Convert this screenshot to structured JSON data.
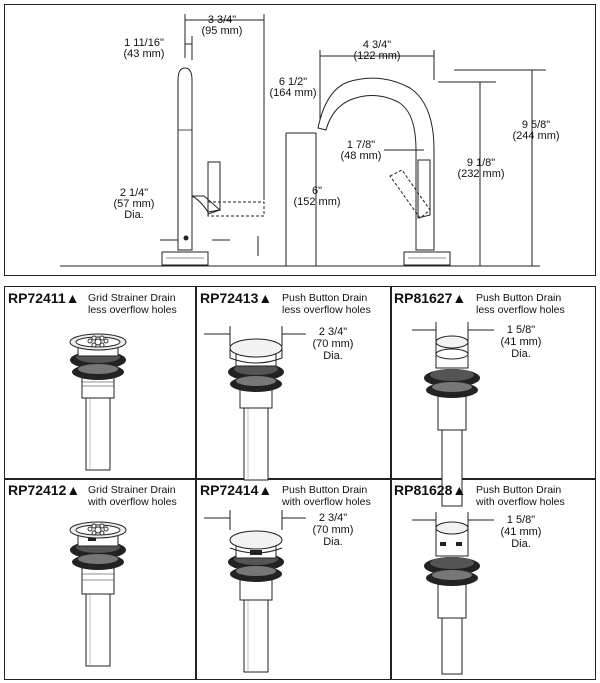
{
  "faucet_dims": {
    "width_handle": "3 3/4\"",
    "width_handle_mm": "(95 mm)",
    "body_dia": "1 11/16\"",
    "body_dia_mm": "(43 mm)",
    "base_dia": "2 1/4\"",
    "base_dia_mm": "(57 mm)",
    "base_dia_suffix": "Dia.",
    "spout_reach": "4 3/4\"",
    "spout_reach_mm": "(122 mm)",
    "spout_height": "6 1/2\"",
    "spout_height_mm": "(164 mm)",
    "handle_offset": "1 7/8\"",
    "handle_offset_mm": "(48 mm)",
    "aerator_height": "6\"",
    "aerator_height_mm": "(152 mm)",
    "body_height": "9 1/8\"",
    "body_height_mm": "(232 mm)",
    "overall_height": "9 5/8\"",
    "overall_height_mm": "(244 mm)"
  },
  "drains": [
    {
      "model": "RP72411▲",
      "line1": "Grid Strainer Drain",
      "line2": "less overflow holes",
      "dim": "",
      "dim_mm": "",
      "dia": ""
    },
    {
      "model": "RP72413▲",
      "line1": "Push Button Drain",
      "line2": "less overflow holes",
      "dim": "2 3/4\"",
      "dim_mm": "(70 mm)",
      "dia": "Dia."
    },
    {
      "model": "RP81627▲",
      "line1": "Push Button Drain",
      "line2": "less overflow holes",
      "dim": "1 5/8\"",
      "dim_mm": "(41 mm)",
      "dia": "Dia."
    },
    {
      "model": "RP72412▲",
      "line1": "Grid Strainer Drain",
      "line2": "with overflow holes",
      "dim": "",
      "dim_mm": "",
      "dia": ""
    },
    {
      "model": "RP72414▲",
      "line1": "Push Button Drain",
      "line2": "with overflow holes",
      "dim": "2 3/4\"",
      "dim_mm": "(70 mm)",
      "dia": "Dia."
    },
    {
      "model": "RP81628▲",
      "line1": "Push Button Drain",
      "line2": "with overflow holes",
      "dim": "1 5/8\"",
      "dim_mm": "(41 mm)",
      "dia": "Dia."
    }
  ]
}
